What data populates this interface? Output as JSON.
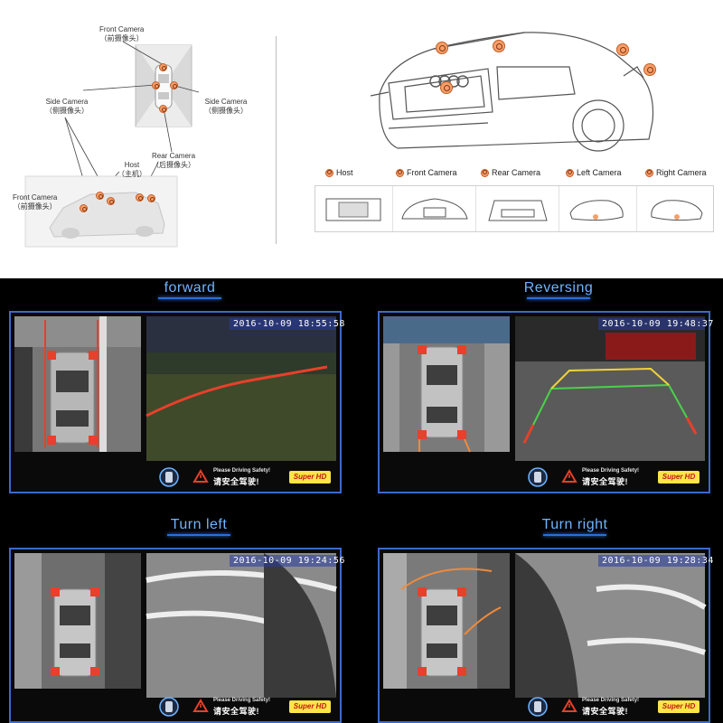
{
  "diagram_left": {
    "front_camera_top": {
      "en": "Front Camera",
      "cn": "（前摄像头）"
    },
    "side_camera_left": {
      "en": "Side Camera",
      "cn": "（侧摄像头）"
    },
    "side_camera_right": {
      "en": "Side Camera",
      "cn": "（侧摄像头）"
    },
    "rear_camera": {
      "en": "Rear Camera",
      "cn": "（后摄像头）"
    },
    "host": {
      "en": "Host",
      "cn": "（主机）"
    },
    "front_camera_bottom": {
      "en": "Front Camera",
      "cn": "（前摄像头）"
    }
  },
  "diagram_right": {
    "legend": [
      {
        "label": "Host",
        "icon": "host-unit-icon"
      },
      {
        "label": "Front Camera",
        "icon": "front-car-icon"
      },
      {
        "label": "Rear Camera",
        "icon": "rear-car-icon"
      },
      {
        "label": "Left Camera",
        "icon": "left-mirror-icon"
      },
      {
        "label": "Right Camera",
        "icon": "right-mirror-icon"
      }
    ]
  },
  "modes": [
    {
      "title": "forward",
      "timestamp": "2016-10-09 18:55:58",
      "safety_en": "Please Driving Safety!",
      "safety_cn": "请安全驾驶!",
      "badge": "Super HD"
    },
    {
      "title": "Reversing",
      "timestamp": "2016-10-09 19:48:37",
      "safety_en": "Please Driving Safety!",
      "safety_cn": "请安全驾驶!",
      "badge": "Super HD"
    },
    {
      "title": "Turn left",
      "timestamp": "2016-10-09 19:24:56",
      "safety_en": "Please Driving Safety!",
      "safety_cn": "请安全驾驶!",
      "badge": "Super HD"
    },
    {
      "title": "Turn right",
      "timestamp": "2016-10-09 19:28:34",
      "safety_en": "Please Driving Safety!",
      "safety_cn": "请安全驾驶!",
      "badge": "Super HD"
    }
  ],
  "colors": {
    "accent_blue": "#3b6ac9",
    "title_blue": "#6fb4ff",
    "pin_orange": "#f3a06a",
    "guide_red": "#e8402a",
    "guide_yellow": "#f0d23a",
    "guide_green": "#4ad24a",
    "badge_yellow": "#ffe44a"
  }
}
